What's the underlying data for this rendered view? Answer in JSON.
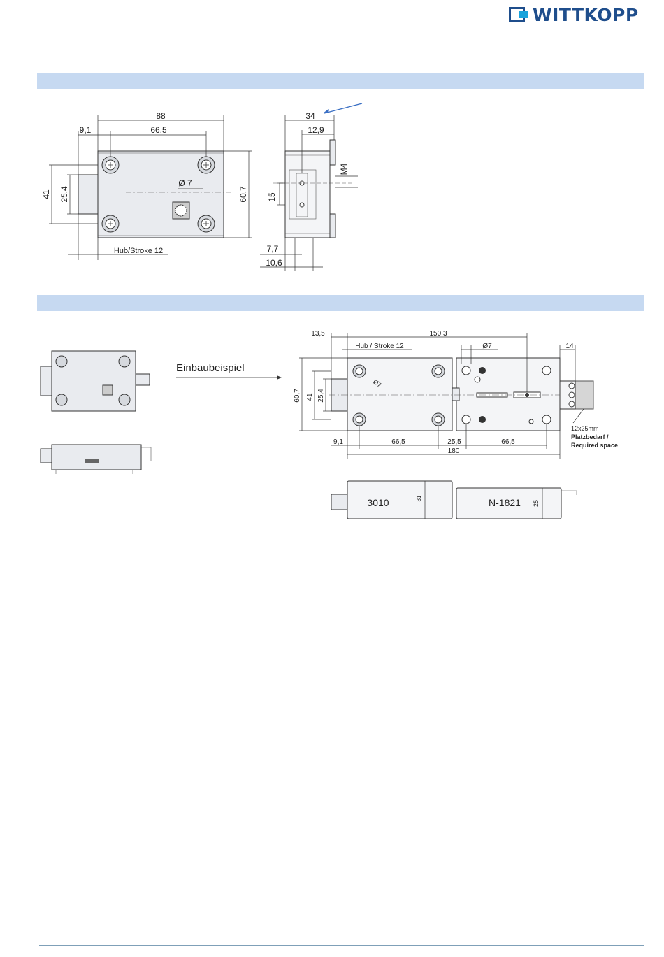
{
  "logo": {
    "text": "WITTKOPP",
    "color": "#1f4e8c",
    "accent": "#1aa3dc"
  },
  "bands": {
    "color": "#c6d9f1"
  },
  "drawing1": {
    "front": {
      "overall_width": "88",
      "offset_left": "9,1",
      "hole_spacing": "66,5",
      "hole_diameter": "Ø 7",
      "height_outer": "41",
      "height_inner": "25,4",
      "height_total": "60,7",
      "stroke_label": "Hub/Stroke 12"
    },
    "side": {
      "width": "34",
      "offset": "12,9",
      "thread": "M4",
      "height": "15",
      "dim_a": "7,7",
      "dim_b": "10,6"
    }
  },
  "drawing2": {
    "example_label": "Einbaubeispiel",
    "top": {
      "dim_left": "13,5",
      "dim_total_top": "150,3",
      "stroke_label": "Hub / Stroke 12",
      "hole_diameter": "Ø7",
      "dim_right": "14",
      "hole_diameter_angled": "Ø7",
      "height_total": "60,7",
      "height_outer": "41",
      "height_inner": "25,4",
      "bottom_dims": [
        "9,1",
        "66,5",
        "25,5",
        "66,5"
      ],
      "dim_total_bottom": "180",
      "space_label_1": "12x25mm",
      "space_label_2": "Platzbedarf /",
      "space_label_3": "Required space"
    },
    "side": {
      "left_model": "3010",
      "left_height": "31",
      "right_model": "N-1821",
      "right_height": "25"
    }
  }
}
